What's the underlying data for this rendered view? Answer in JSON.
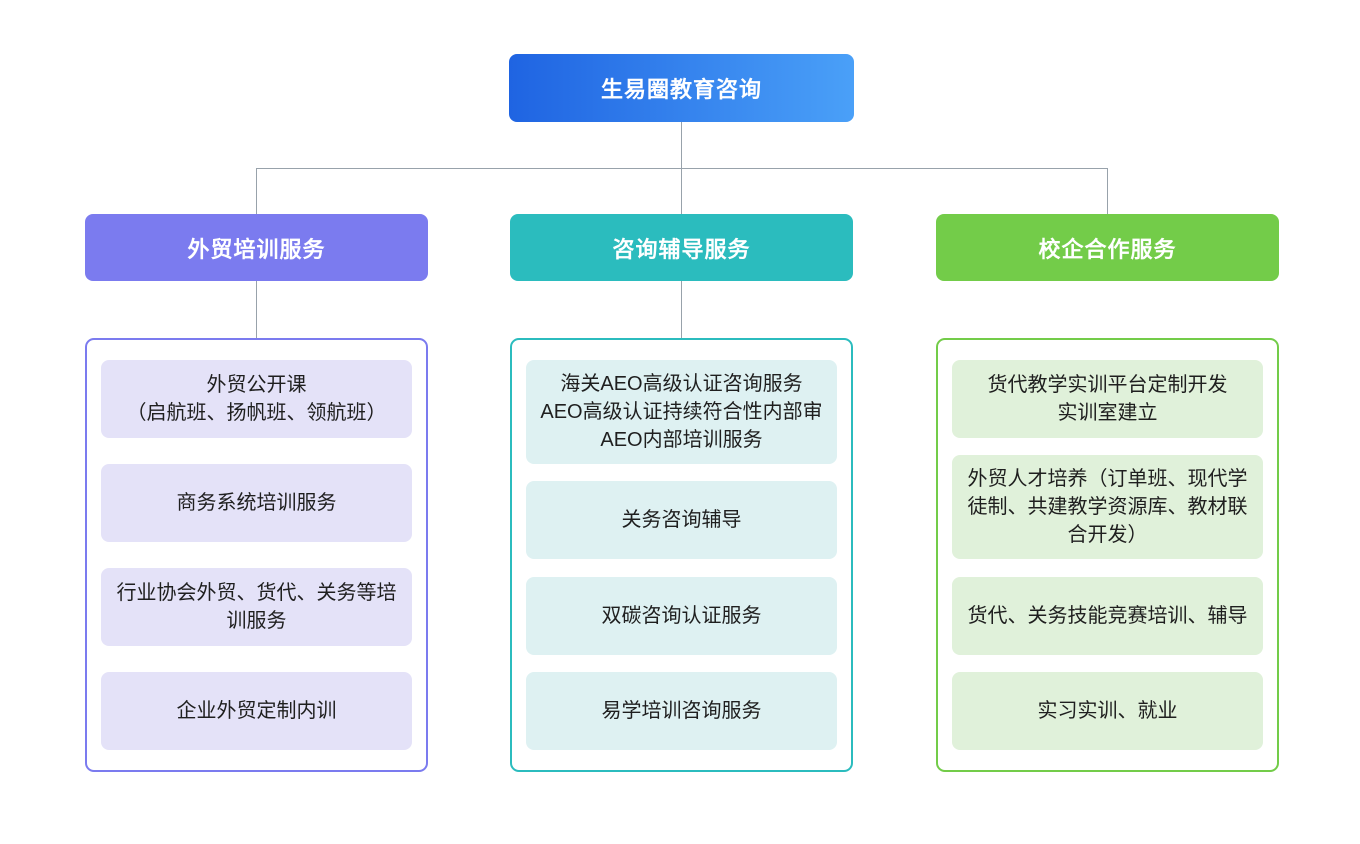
{
  "root": {
    "label": "生易圈教育咨询",
    "gradient_from": "#1f64e2",
    "gradient_to": "#4aa0f8"
  },
  "connector_color": "#98a2ab",
  "branches": [
    {
      "label": "外贸培训服务",
      "color": "#7b7bef",
      "item_bg": "#e4e2f8",
      "items": [
        {
          "text": "外贸公开课\n（启航班、扬帆班、领航班）"
        },
        {
          "text": "商务系统培训服务"
        },
        {
          "text": "行业协会外贸、货代、关务等培训服务"
        },
        {
          "text": "企业外贸定制内训"
        }
      ]
    },
    {
      "label": "咨询辅导服务",
      "color": "#2bbcbe",
      "item_bg": "#def1f2",
      "items": [
        {
          "text": "海关AEO高级认证咨询服务\nAEO高级认证持续符合性内部审\nAEO内部培训服务"
        },
        {
          "text": "关务咨询辅导"
        },
        {
          "text": "双碳咨询认证服务"
        },
        {
          "text": "易学培训咨询服务"
        }
      ]
    },
    {
      "label": "校企合作服务",
      "color": "#73cc49",
      "item_bg": "#e0f1da",
      "items": [
        {
          "text": "货代教学实训平台定制开发\n实训室建立"
        },
        {
          "text": "外贸人才培养（订单班、现代学徒制、共建教学资源库、教材联合开发）"
        },
        {
          "text": "货代、关务技能竞赛培训、辅导"
        },
        {
          "text": "实习实训、就业"
        }
      ]
    }
  ]
}
